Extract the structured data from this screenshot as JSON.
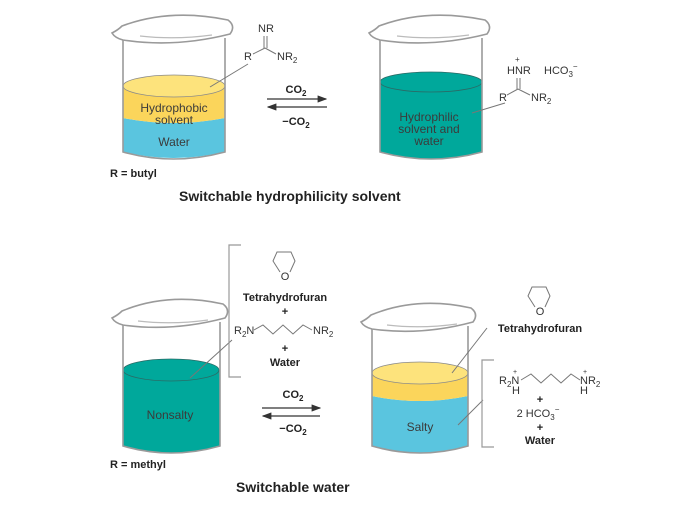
{
  "colors": {
    "yellow": "#fde37c",
    "yellow_side": "#fbd55b",
    "blue": "#5ac5df",
    "teal": "#00a89b"
  },
  "top": {
    "left_beaker": {
      "upper_layer": [
        "Hydrophobic",
        "solvent"
      ],
      "lower_layer": "Water"
    },
    "right_beaker": {
      "layer": [
        "Hydrophilic",
        "solvent and",
        "water"
      ]
    },
    "left_structure": {
      "nr": "NR",
      "r": "R",
      "nr2": "NR",
      "sub2": "2"
    },
    "right_structure": {
      "plus": "+",
      "hnr": "HNR",
      "hco": "HCO",
      "sub3": "3",
      "minus": "−",
      "r": "R",
      "nr2": "NR",
      "sub2": "2"
    },
    "forward": {
      "label": "CO",
      "sub": "2"
    },
    "reverse": {
      "label": "−CO",
      "sub": "2"
    },
    "r_def": "R = butyl",
    "title": "Switchable hydrophilicity solvent"
  },
  "bottom": {
    "left_beaker": {
      "layer": "Nonsalty"
    },
    "right_beaker": {
      "layer": "Salty"
    },
    "left_bracket": {
      "thf": "Tetrahydrofuran",
      "plus1": "+",
      "r2n": "R",
      "r2n_sub": "2",
      "r2n_n": "N",
      "nr2": "NR",
      "nr2_sub": "2",
      "plus2": "+",
      "water": "Water",
      "o": "O"
    },
    "right_side": {
      "thf": "Tetrahydrofuran",
      "o": "O",
      "r2n": "R",
      "r2n_sub": "2",
      "n_plus": "N",
      "h1": "H",
      "nr2": "NR",
      "nr2_sub": "2",
      "h2": "H",
      "plus_charge": "+",
      "plus1": "+",
      "hco": "2 HCO",
      "hco_sub": "3",
      "hco_minus": "−",
      "plus2": "+",
      "water": "Water"
    },
    "forward": {
      "label": "CO",
      "sub": "2"
    },
    "reverse": {
      "label": "−CO",
      "sub": "2"
    },
    "r_def": "R = methyl",
    "title": "Switchable water"
  }
}
